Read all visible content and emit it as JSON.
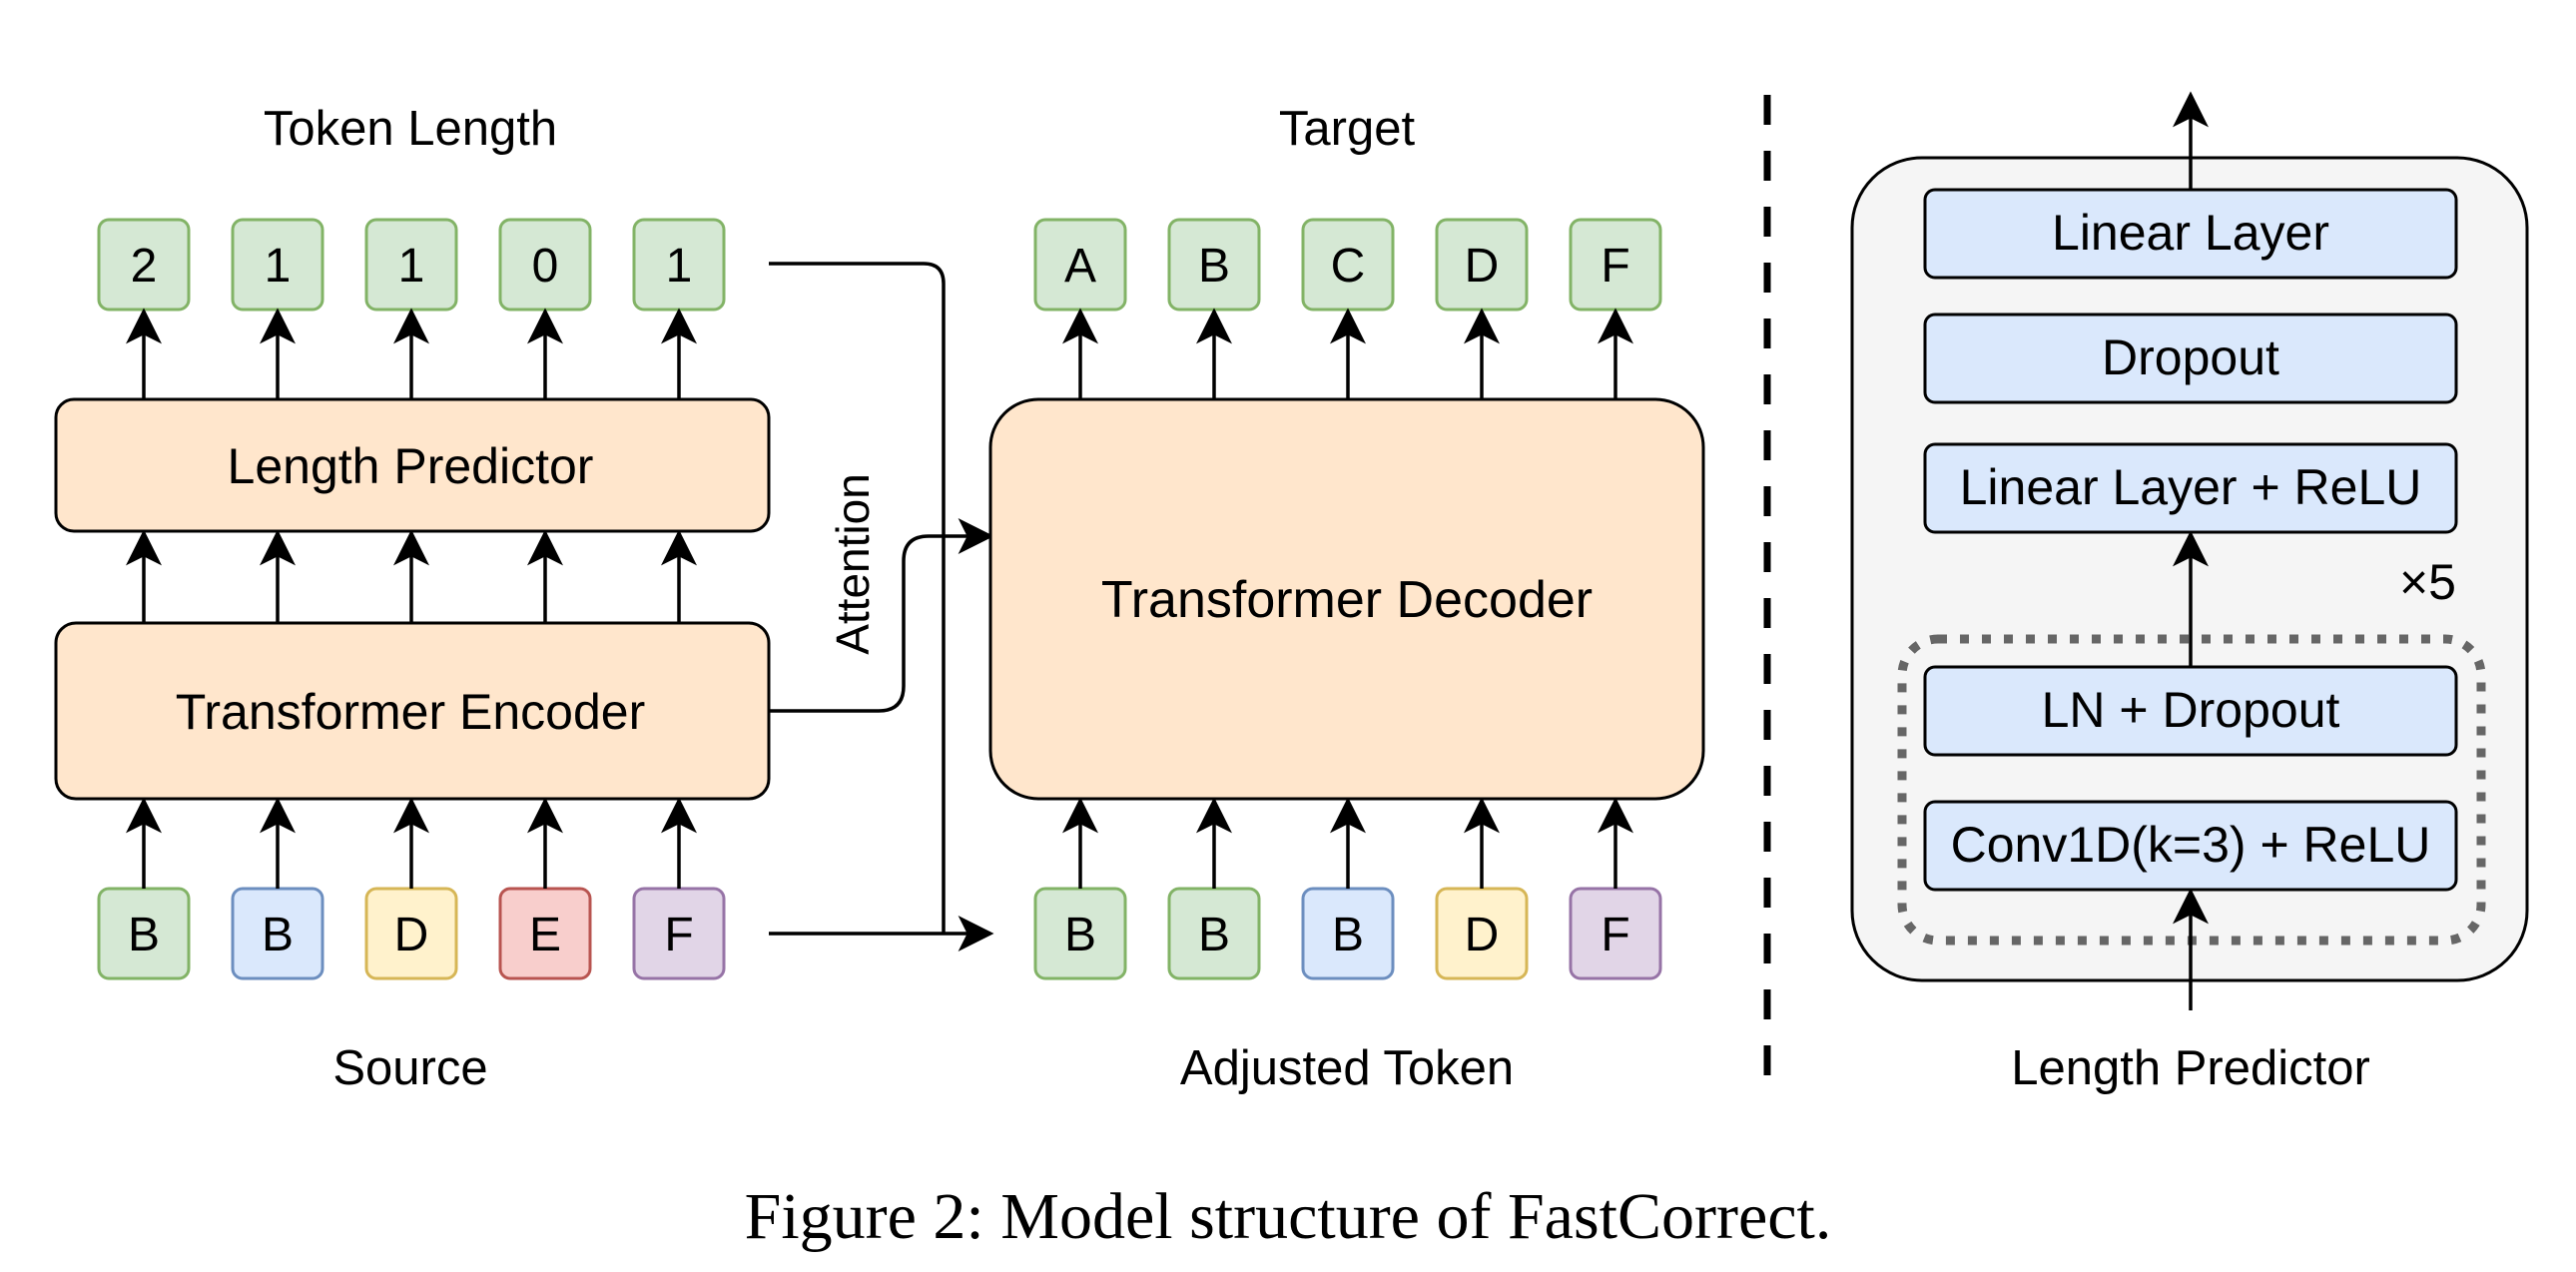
{
  "caption": "Figure 2: Model structure of FastCorrect.",
  "labels": {
    "token_length": "Token Length",
    "target": "Target",
    "source": "Source",
    "adjusted_token": "Adjusted Token",
    "attention": "Attention",
    "length_predictor_title": "Length Predictor",
    "repeat": "×5"
  },
  "blocks": {
    "length_predictor": "Length Predictor",
    "transformer_encoder": "Transformer Encoder",
    "transformer_decoder": "Transformer Decoder"
  },
  "token_length_values": [
    "2",
    "1",
    "1",
    "0",
    "1"
  ],
  "target_tokens": [
    "A",
    "B",
    "C",
    "D",
    "F"
  ],
  "source_tokens": [
    "B",
    "B",
    "D",
    "E",
    "F"
  ],
  "adjusted_tokens": [
    "B",
    "B",
    "B",
    "D",
    "F"
  ],
  "length_predictor_layers": {
    "linear": "Linear Layer",
    "dropout": "Dropout",
    "linear_relu": "Linear Layer + ReLU",
    "ln_dropout": "LN + Dropout",
    "conv": "Conv1D(k=3) + ReLU"
  },
  "colors": {
    "green_fill": "#d5e8d4",
    "green_stroke": "#82b366",
    "blue_fill": "#dae8fc",
    "blue_stroke": "#6c8ebf",
    "yellow_fill": "#fff2cc",
    "yellow_stroke": "#d6b656",
    "red_fill": "#f8cecc",
    "red_stroke": "#b85450",
    "purple_fill": "#e1d5e7",
    "purple_stroke": "#9673a6",
    "orange_fill": "#ffe6cc",
    "panel_fill": "#f5f5f5"
  }
}
